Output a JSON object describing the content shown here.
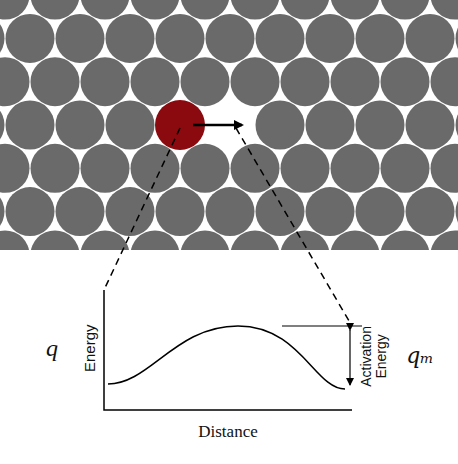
{
  "diagram": {
    "labels": [
      "q",
      "Energy",
      "Distance",
      "Activation Energy",
      "qₘ"
    ]
  }
}
